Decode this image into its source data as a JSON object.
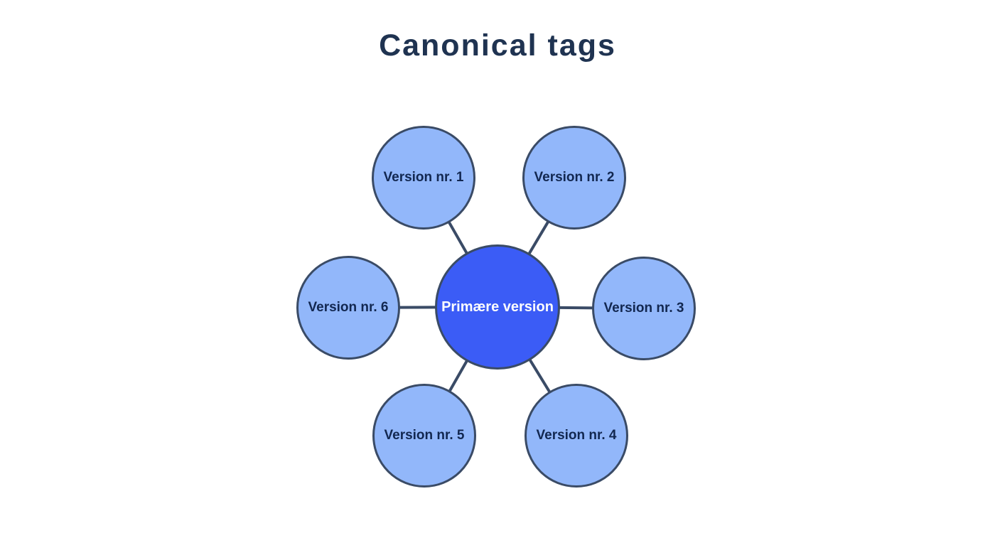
{
  "title": "Canonical tags",
  "diagram": {
    "center": {
      "label": "Primære version"
    },
    "nodes": [
      {
        "label": "Version nr. 1"
      },
      {
        "label": "Version nr. 2"
      },
      {
        "label": "Version nr. 3"
      },
      {
        "label": "Version nr. 4"
      },
      {
        "label": "Version nr. 5"
      },
      {
        "label": "Version nr. 6"
      }
    ]
  },
  "colors": {
    "background": "#ffffff",
    "title-text": "#1F3351",
    "node-fill": "#92B7FA",
    "node-border": "#3A4B66",
    "node-text": "#122750",
    "center-fill": "#3B5CF6",
    "center-text": "#FDFDFD",
    "connector": "#3A4B66"
  }
}
